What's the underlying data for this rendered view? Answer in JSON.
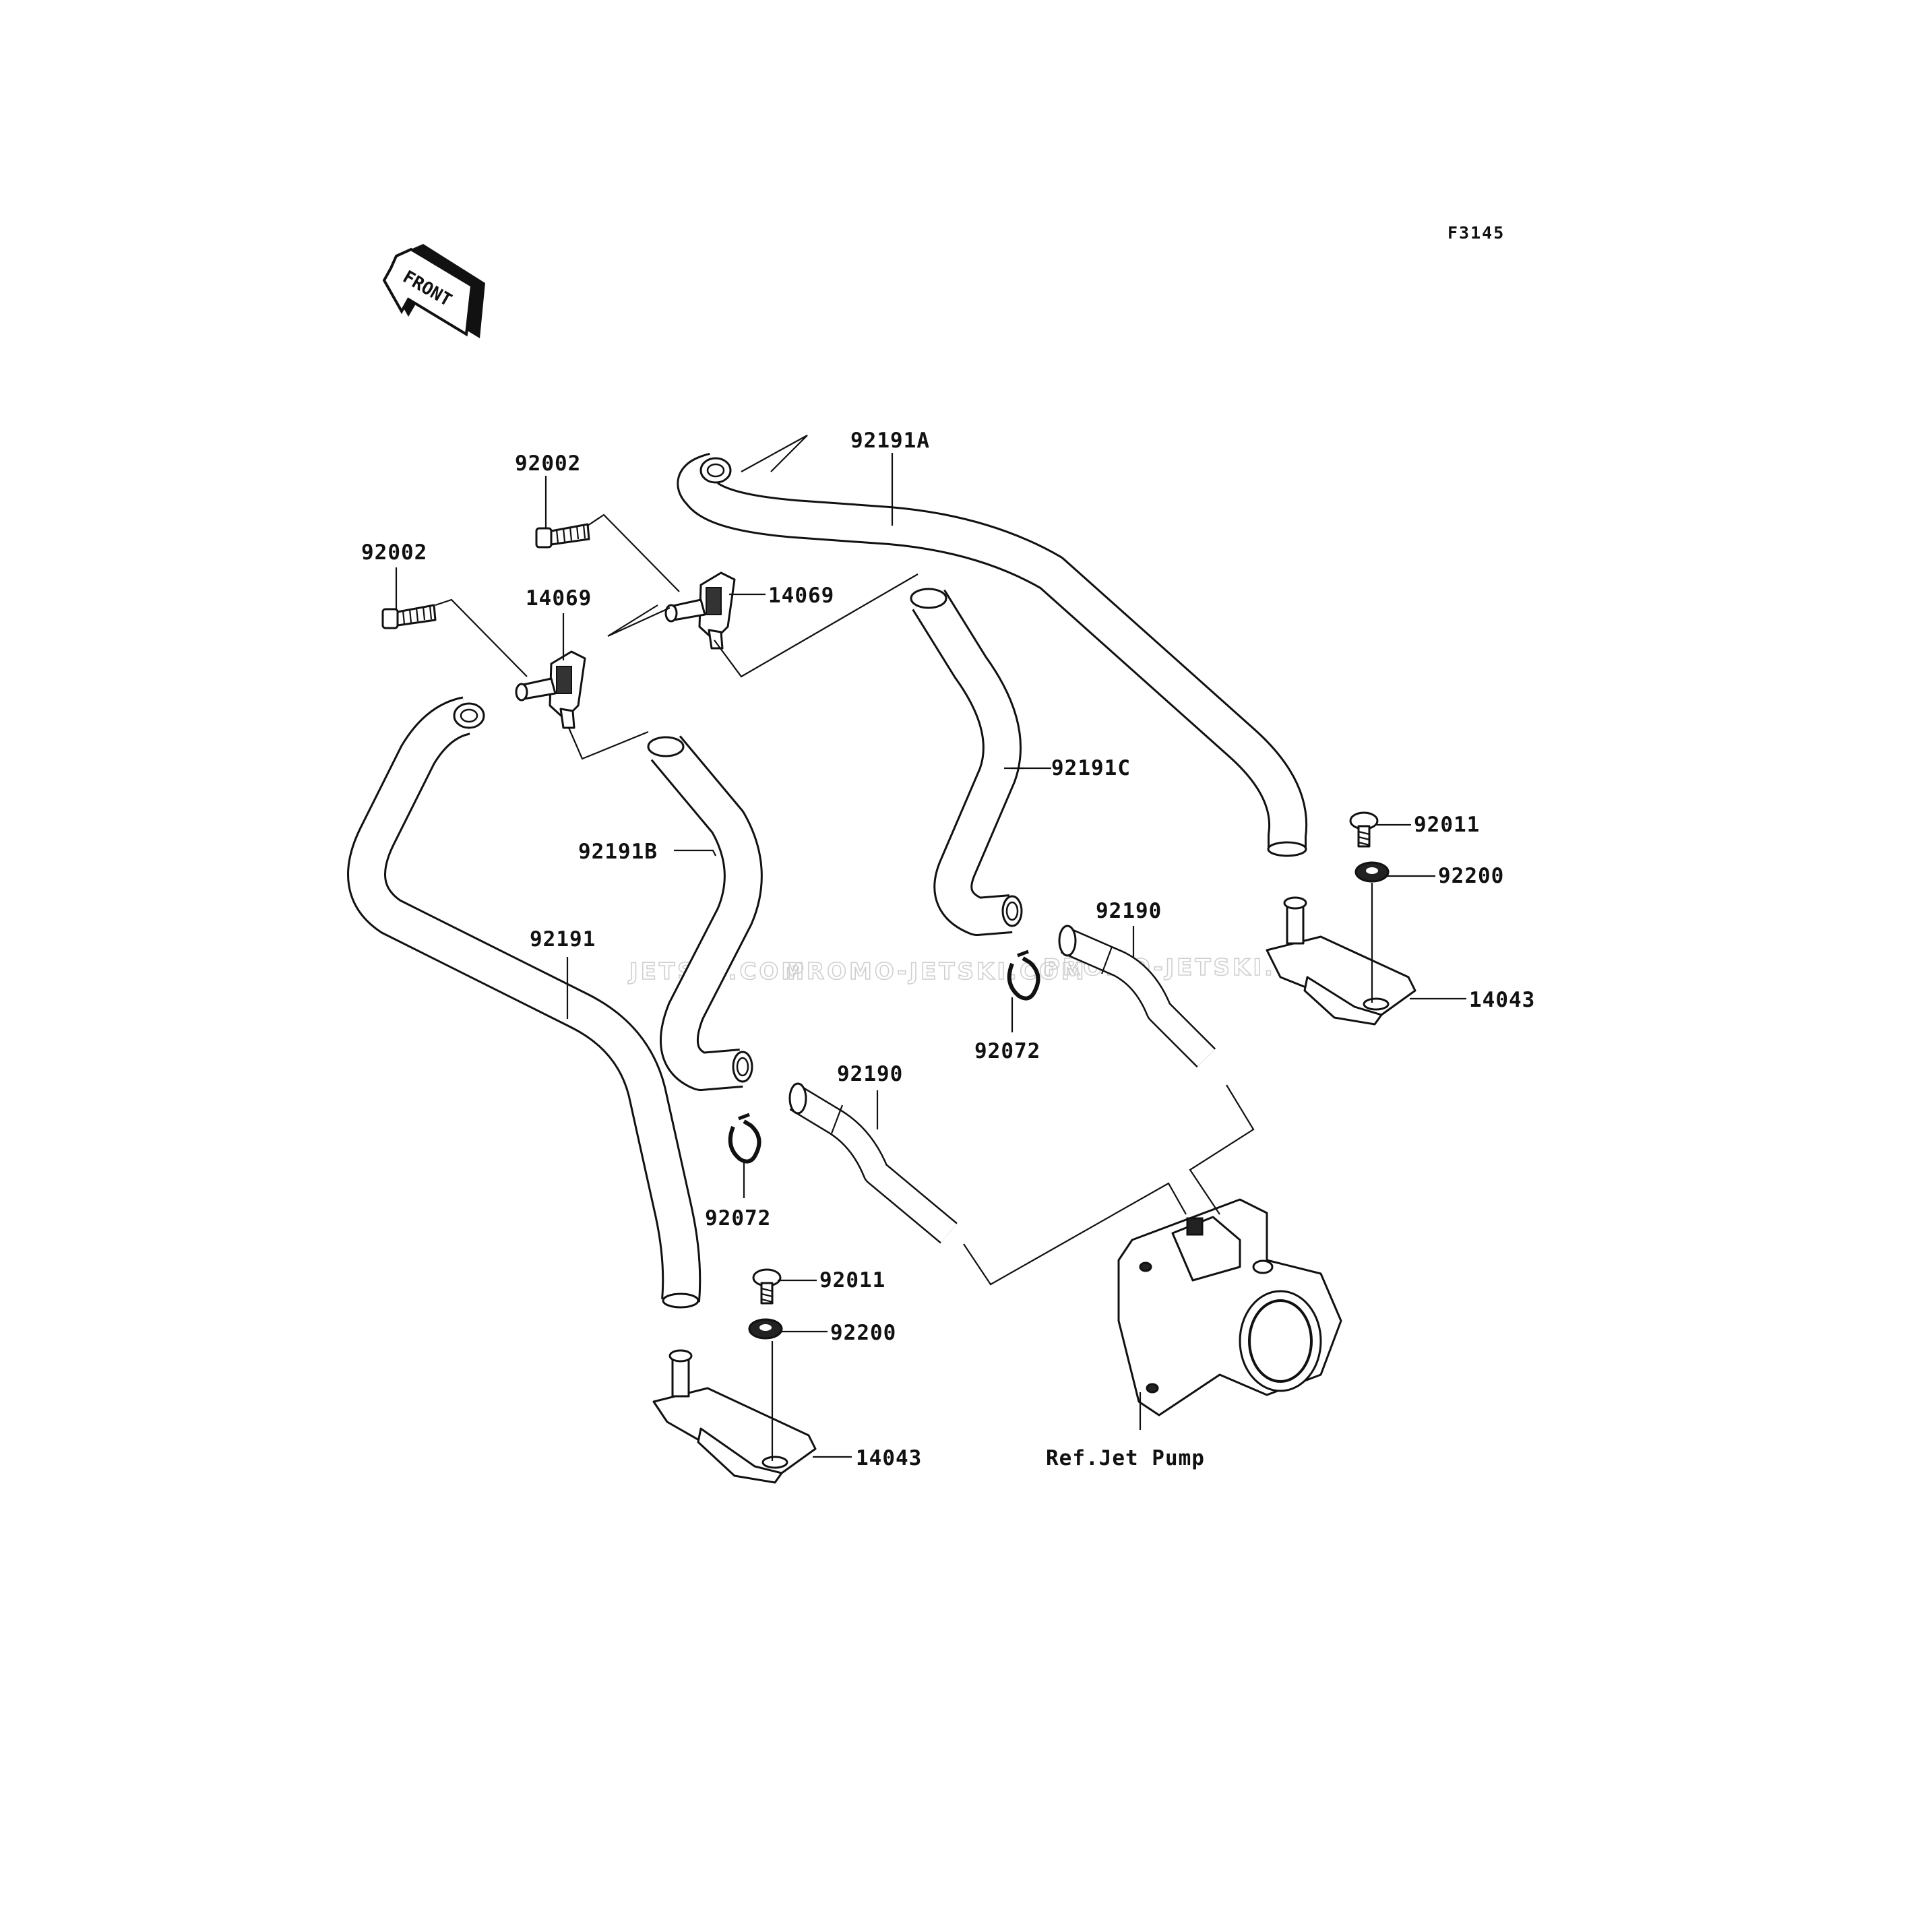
{
  "figure_code": "F3145",
  "front_marker": "FRONT",
  "watermarks": [
    "JETSKI.COM",
    "PROMO-JETSKI.COM",
    "PROMO-JETSKI.COM"
  ],
  "labels": {
    "p92191A": "92191A",
    "p92002_top": "92002",
    "p92002_left": "92002",
    "p14069_left": "14069",
    "p14069_right": "14069",
    "p92191C": "92191C",
    "p92191B": "92191B",
    "p92191": "92191",
    "p92011_right": "92011",
    "p92200_right": "92200",
    "p14043_right": "14043",
    "p92190_right": "92190",
    "p92072_right": "92072",
    "p92190_left": "92190",
    "p92072_left": "92072",
    "p92011_left": "92011",
    "p92200_left": "92200",
    "p14043_left": "14043",
    "ref_jet_pump": "Ref.Jet Pump"
  }
}
